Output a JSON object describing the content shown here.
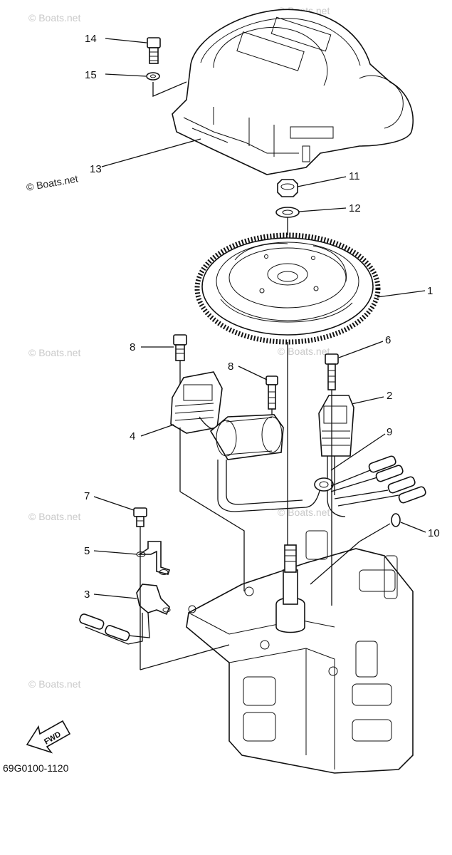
{
  "diagram": {
    "catalog_code": "69G0100-1120",
    "fwd_label": "FWD",
    "watermark": "© Boats.net",
    "callouts": [
      {
        "id": "c14",
        "label": "14"
      },
      {
        "id": "c15",
        "label": "15"
      },
      {
        "id": "c13",
        "label": "13"
      },
      {
        "id": "c11",
        "label": "11"
      },
      {
        "id": "c12",
        "label": "12"
      },
      {
        "id": "c1",
        "label": "1"
      },
      {
        "id": "c8a",
        "label": "8"
      },
      {
        "id": "c8b",
        "label": "8"
      },
      {
        "id": "c6",
        "label": "6"
      },
      {
        "id": "c2",
        "label": "2"
      },
      {
        "id": "c4",
        "label": "4"
      },
      {
        "id": "c9",
        "label": "9"
      },
      {
        "id": "c7",
        "label": "7"
      },
      {
        "id": "c10",
        "label": "10"
      },
      {
        "id": "c5",
        "label": "5"
      },
      {
        "id": "c3",
        "label": "3"
      }
    ]
  }
}
